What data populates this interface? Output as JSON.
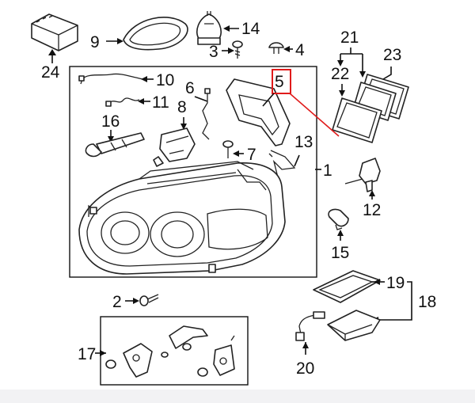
{
  "callouts": {
    "c1": "1",
    "c2": "2",
    "c3": "3",
    "c4": "4",
    "c5": "5",
    "c6": "6",
    "c7": "7",
    "c8": "8",
    "c9": "9",
    "c10": "10",
    "c11": "11",
    "c12": "12",
    "c13": "13",
    "c14": "14",
    "c15": "15",
    "c16": "16",
    "c17": "17",
    "c18": "18",
    "c19": "19",
    "c20": "20",
    "c21": "21",
    "c22": "22",
    "c23": "23",
    "c24": "24"
  },
  "highlight": {
    "callout": "5",
    "color": "#e01b1b"
  },
  "colors": {
    "line": "#111111",
    "highlight": "#e01b1b",
    "footer": "#f2f2f4"
  }
}
